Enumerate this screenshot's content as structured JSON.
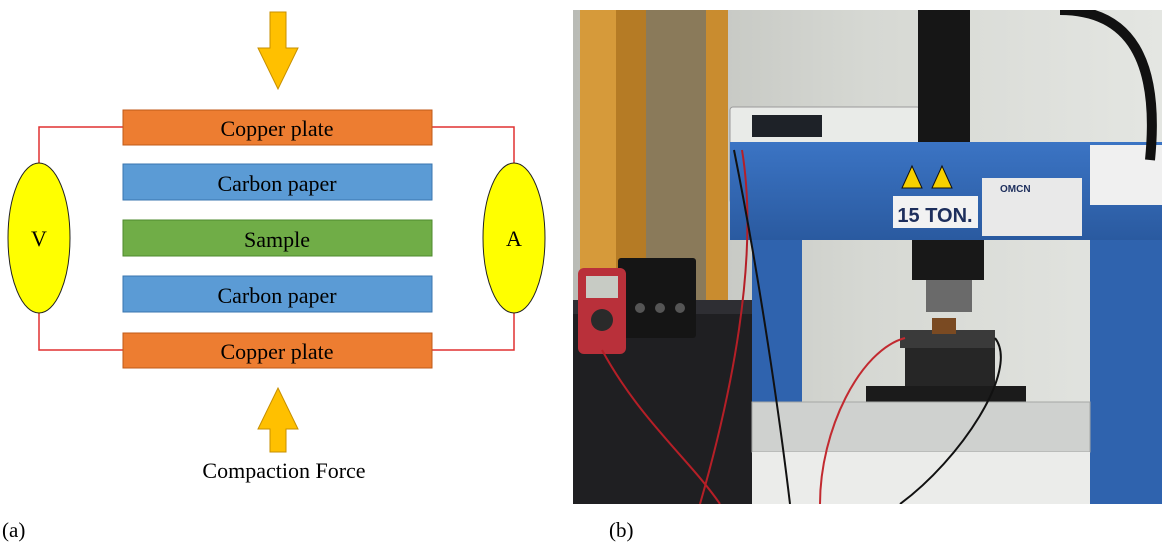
{
  "diagram": {
    "layers": [
      {
        "label": "Copper plate",
        "fill": "#ED7D31"
      },
      {
        "label": "Carbon paper",
        "fill": "#5B9BD5"
      },
      {
        "label": "Sample",
        "fill": "#70AD47"
      },
      {
        "label": "Carbon paper",
        "fill": "#5B9BD5"
      },
      {
        "label": "Copper plate",
        "fill": "#ED7D31"
      }
    ],
    "voltmeter_label": "V",
    "ammeter_label": "A",
    "force_label": "Compaction Force",
    "colors": {
      "arrow": "#FFC000",
      "arrow_stroke": "#C78F00",
      "meter": "#FFFF00",
      "wire": "#E03030"
    }
  },
  "panel_labels": {
    "a": "(a)",
    "b": "(b)"
  },
  "photo": {
    "press_label": "15 TON.",
    "brand_label": "OMCN"
  }
}
